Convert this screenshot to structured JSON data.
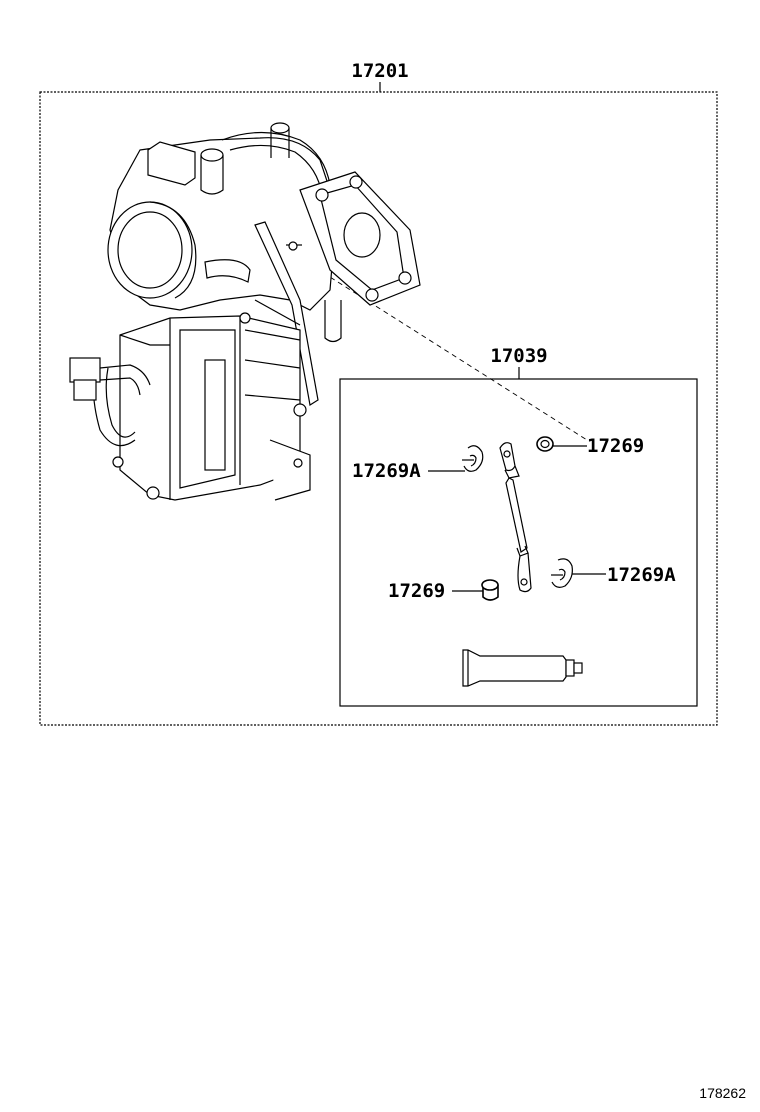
{
  "parts": {
    "assembly": "17201",
    "kit": "17039",
    "bushing_top": "17269",
    "clip_left": "17269A",
    "bushing_bottom": "17269",
    "clip_right": "17269A"
  },
  "illustration_id": "178262"
}
